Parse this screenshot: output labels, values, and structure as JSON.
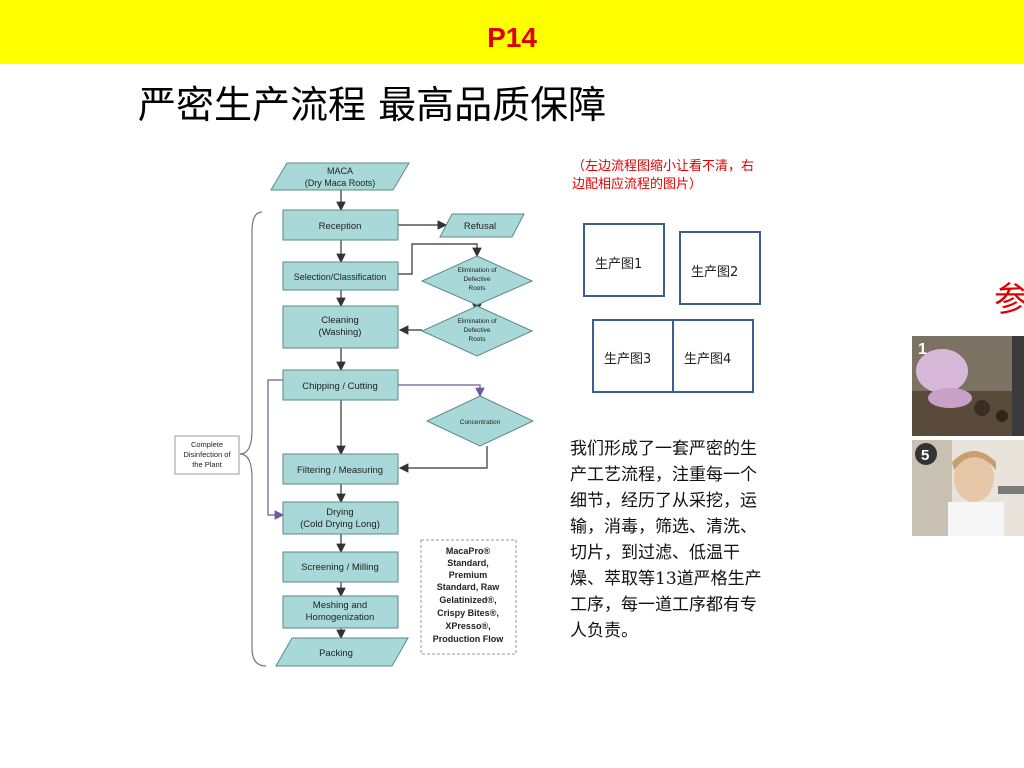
{
  "banner": {
    "page_label": "P14",
    "color": "#ffff00",
    "text_color": "#e00000"
  },
  "title": "严密生产流程  最高品质保障",
  "flowchart": {
    "box_fill": "#a8d8d8",
    "box_stroke": "#5a8a8a",
    "start": {
      "line1": "MACA",
      "line2": "(Dry  Maca Roots)"
    },
    "steps": [
      {
        "line1": "Reception",
        "line2": ""
      },
      {
        "line1": "Selection/Classification",
        "line2": ""
      },
      {
        "line1": "Cleaning",
        "line2": "(Washing)"
      },
      {
        "line1": "Chipping / Cutting",
        "line2": ""
      },
      {
        "line1": "Filtering / Measuring",
        "line2": ""
      },
      {
        "line1": "Drying",
        "line2": "(Cold Drying Long)"
      },
      {
        "line1": "Screening / Milling",
        "line2": ""
      },
      {
        "line1": "Meshing and",
        "line2": "Homogenization"
      }
    ],
    "end": "Packing",
    "refusal": "Refusal",
    "diamonds": [
      [
        "Elimination of",
        "Defective",
        "Roots"
      ],
      [
        "Elimination of",
        "Defective",
        "Roots"
      ],
      [
        "Concentration"
      ]
    ],
    "disinfection": [
      "Complete",
      "Disinfection of",
      "the Plant"
    ],
    "legend": [
      "MacaPro®",
      "Standard,",
      "Premium",
      "Standard, Raw",
      "Gelatinized®,",
      "Crispy Bites®,",
      "XPresso®,",
      "Production Flow"
    ]
  },
  "note": "（左边流程图缩小让看不清，右边配相应流程的图片）",
  "photos": [
    "生产图1",
    "生产图2",
    "生产图3",
    "生产图4"
  ],
  "description": "我们形成了一套严密的生产工艺流程，注重每一个细节，经历了从采挖，运输，消毒，筛选、清洗、切片，到过滤、低温干燥、萃取等13道严格生产工序，每一道工序都有专人负责。",
  "side": {
    "text": "参",
    "photo_badges": [
      "1",
      "5"
    ]
  }
}
